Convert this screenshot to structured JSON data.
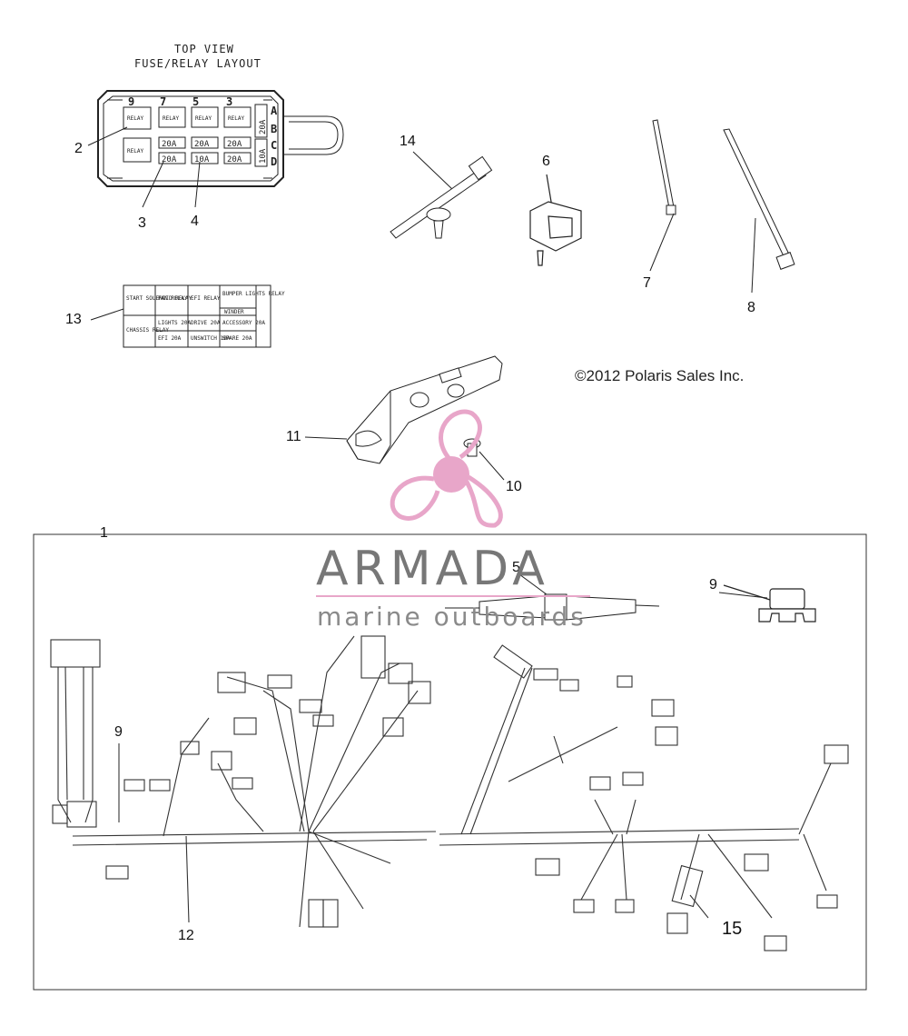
{
  "header": {
    "title_line1": "TOP VIEW",
    "title_line2": "FUSE/RELAY LAYOUT"
  },
  "fuse_box": {
    "top_numbers": [
      "9",
      "7",
      "5",
      "3"
    ],
    "row_letters": [
      "A",
      "B",
      "C",
      "D"
    ],
    "relays": [
      "RELAY",
      "RELAY",
      "RELAY",
      "RELAY",
      "RELAY"
    ],
    "fuses_row2": [
      "20A",
      "20A",
      "20A"
    ],
    "fuses_row3": [
      "20A",
      "10A",
      "20A"
    ],
    "side_fuses": [
      "20A",
      "10A"
    ]
  },
  "label_card": {
    "cells": [
      "START SOLENOID RELAY",
      "FAN RELAY",
      "EFI RELAY",
      "BUMPER LIGHTS RELAY",
      "WINDER",
      "CHASSIS RELAY",
      "LIGHTS 20A",
      "DRIVE 20A",
      "ACCESSORY 20A",
      "EFI 20A",
      "UNSWITCH 10A",
      "SPARE 20A"
    ]
  },
  "callouts": {
    "c1": "1",
    "c2": "2",
    "c3": "3",
    "c4": "4",
    "c5": "5",
    "c6": "6",
    "c7": "7",
    "c8": "8",
    "c9a": "9",
    "c9b": "9",
    "c10": "10",
    "c11": "11",
    "c12": "12",
    "c13": "13",
    "c14": "14",
    "c15": "15"
  },
  "copyright": "©2012 Polaris Sales Inc.",
  "watermark": {
    "brand": "ARMADA",
    "tagline": "marine outboards",
    "colors": {
      "logo_pink": "#e8a6c9",
      "brand_gray": "#777777"
    }
  }
}
